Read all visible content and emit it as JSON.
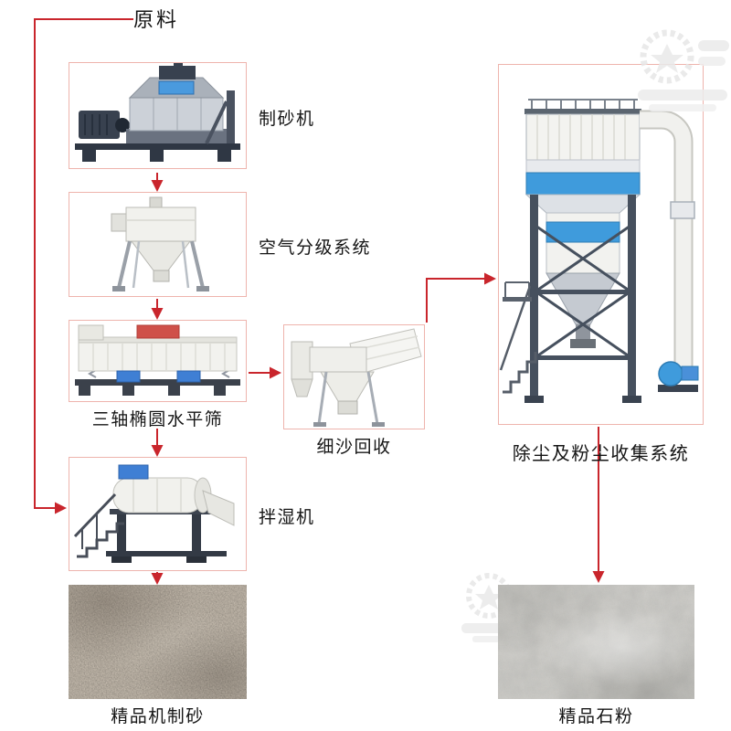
{
  "diagram": {
    "source_label": "原料",
    "nodes": {
      "sand_maker": {
        "label": "制砂机"
      },
      "air_classifier": {
        "label": "空气分级系统"
      },
      "triaxial_screen": {
        "label": "三轴椭圆水平筛"
      },
      "fine_sand_recycler": {
        "label": "细沙回收"
      },
      "dust_collector": {
        "label": "除尘及粉尘收集系统"
      },
      "wet_mixer": {
        "label": "拌湿机"
      },
      "finished_sand": {
        "label": "精品机制砂"
      },
      "finished_powder": {
        "label": "精品石粉"
      }
    },
    "colors": {
      "arrow_red": "#c9252c",
      "box_border_pink": "#eeb4ad",
      "label_text": "#151515",
      "accent_blue": "#3f9bdc"
    }
  }
}
